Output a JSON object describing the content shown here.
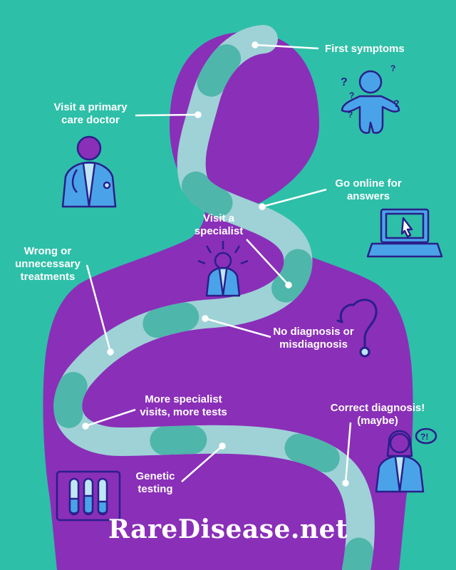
{
  "colors": {
    "background": "#2ebfa8",
    "silhouette": "#8a2fb8",
    "path": "#9ed2d6",
    "path_band": "#3fb1a2",
    "leader": "#ffffff",
    "icon_stroke": "#2a1f8a",
    "icon_fill": "#4aa3e8"
  },
  "stages": {
    "first_symptoms": "First symptoms",
    "primary_care": "Visit a primary\ncare doctor",
    "online": "Go online for\nanswers",
    "specialist": "Visit a\nspecialist",
    "wrong_treatments": "Wrong or\nunnecessary\ntreatments",
    "no_diagnosis": "No diagnosis or\nmisdiagnosis",
    "more_visits": "More specialist\nvisits, more tests",
    "correct_diagnosis": "Correct diagnosis!\n(maybe)",
    "genetic_testing": "Genetic\ntesting"
  },
  "icons": {
    "confused_person": "confused-person-icon",
    "doctor_male": "doctor-icon",
    "laptop": "laptop-cursor-icon",
    "specialist": "specialist-doctor-icon",
    "stethoscope": "stethoscope-question-icon",
    "test_tubes": "test-tubes-icon",
    "doctor_female": "female-doctor-icon"
  },
  "brand": "RareDisease.net"
}
